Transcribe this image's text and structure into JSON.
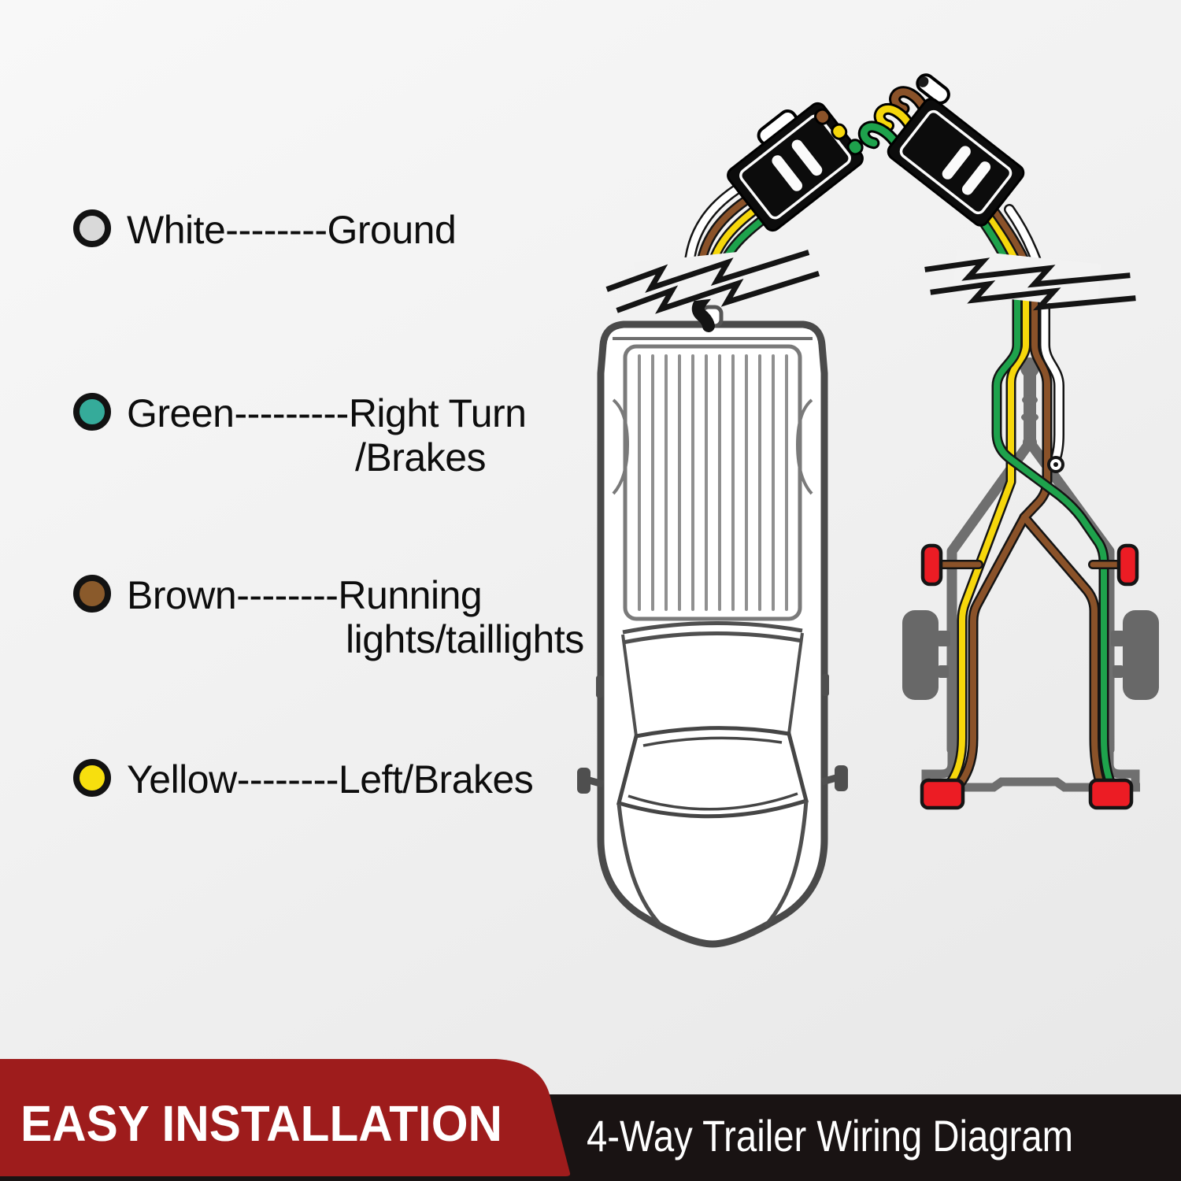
{
  "legend": {
    "items": [
      {
        "name": "white-ground",
        "swatch_hex": "#d9d9d9",
        "line1": "White--------Ground",
        "line2": ""
      },
      {
        "name": "green-right-turn",
        "swatch_hex": "#35ab9a",
        "line1": "Green---------Right Turn",
        "line2": "/Brakes"
      },
      {
        "name": "brown-running-lights",
        "swatch_hex": "#8a5a2b",
        "line1": "Brown--------Running",
        "line2": "lights/taillights"
      },
      {
        "name": "yellow-left-brakes",
        "swatch_hex": "#f7df0e",
        "line1": "Yellow--------Left/Brakes",
        "line2": ""
      }
    ]
  },
  "banner": {
    "left_label": "EASY INSTALLATION",
    "right_label": "4-Way Trailer Wiring Diagram",
    "left_bg": "#9e1c1c",
    "right_bg": "#191313",
    "text_color": "#ffffff"
  },
  "colors": {
    "wire_white": "#ffffff",
    "wire_green": "#1ea24c",
    "wire_yellow": "#f6d70b",
    "wire_brown": "#8a5229",
    "outline_black": "#141414",
    "connector_black": "#0c0c0c",
    "trailer_gray": "#6f6f6f",
    "wheel_gray": "#686868",
    "truck_gray": "#4a4a4a",
    "truck_detail_gray": "#565656",
    "light_red": "#ec1c24",
    "break_band": "#f2f2f2"
  }
}
